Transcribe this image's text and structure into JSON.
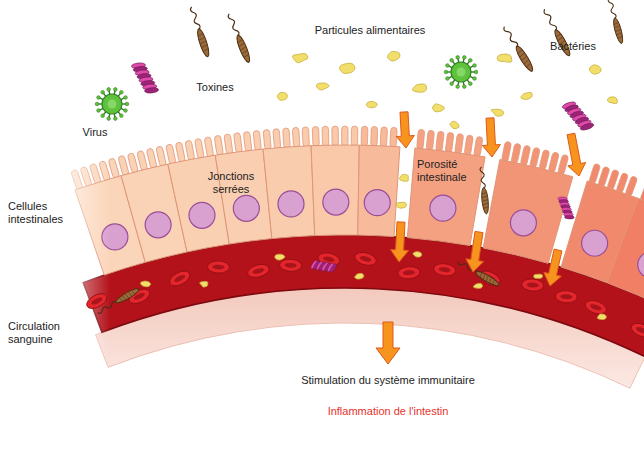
{
  "diagram": {
    "labels": [
      "Particules alimentaires",
      "Bactéries",
      "Toxines",
      "Virus",
      "Jonctions serrées",
      "Porosité intestinale",
      "Cellules intestinales",
      "Circulation sanguine",
      "Stimulation du système immunitaire",
      "Inflammation de l'intestin"
    ]
  }
}
